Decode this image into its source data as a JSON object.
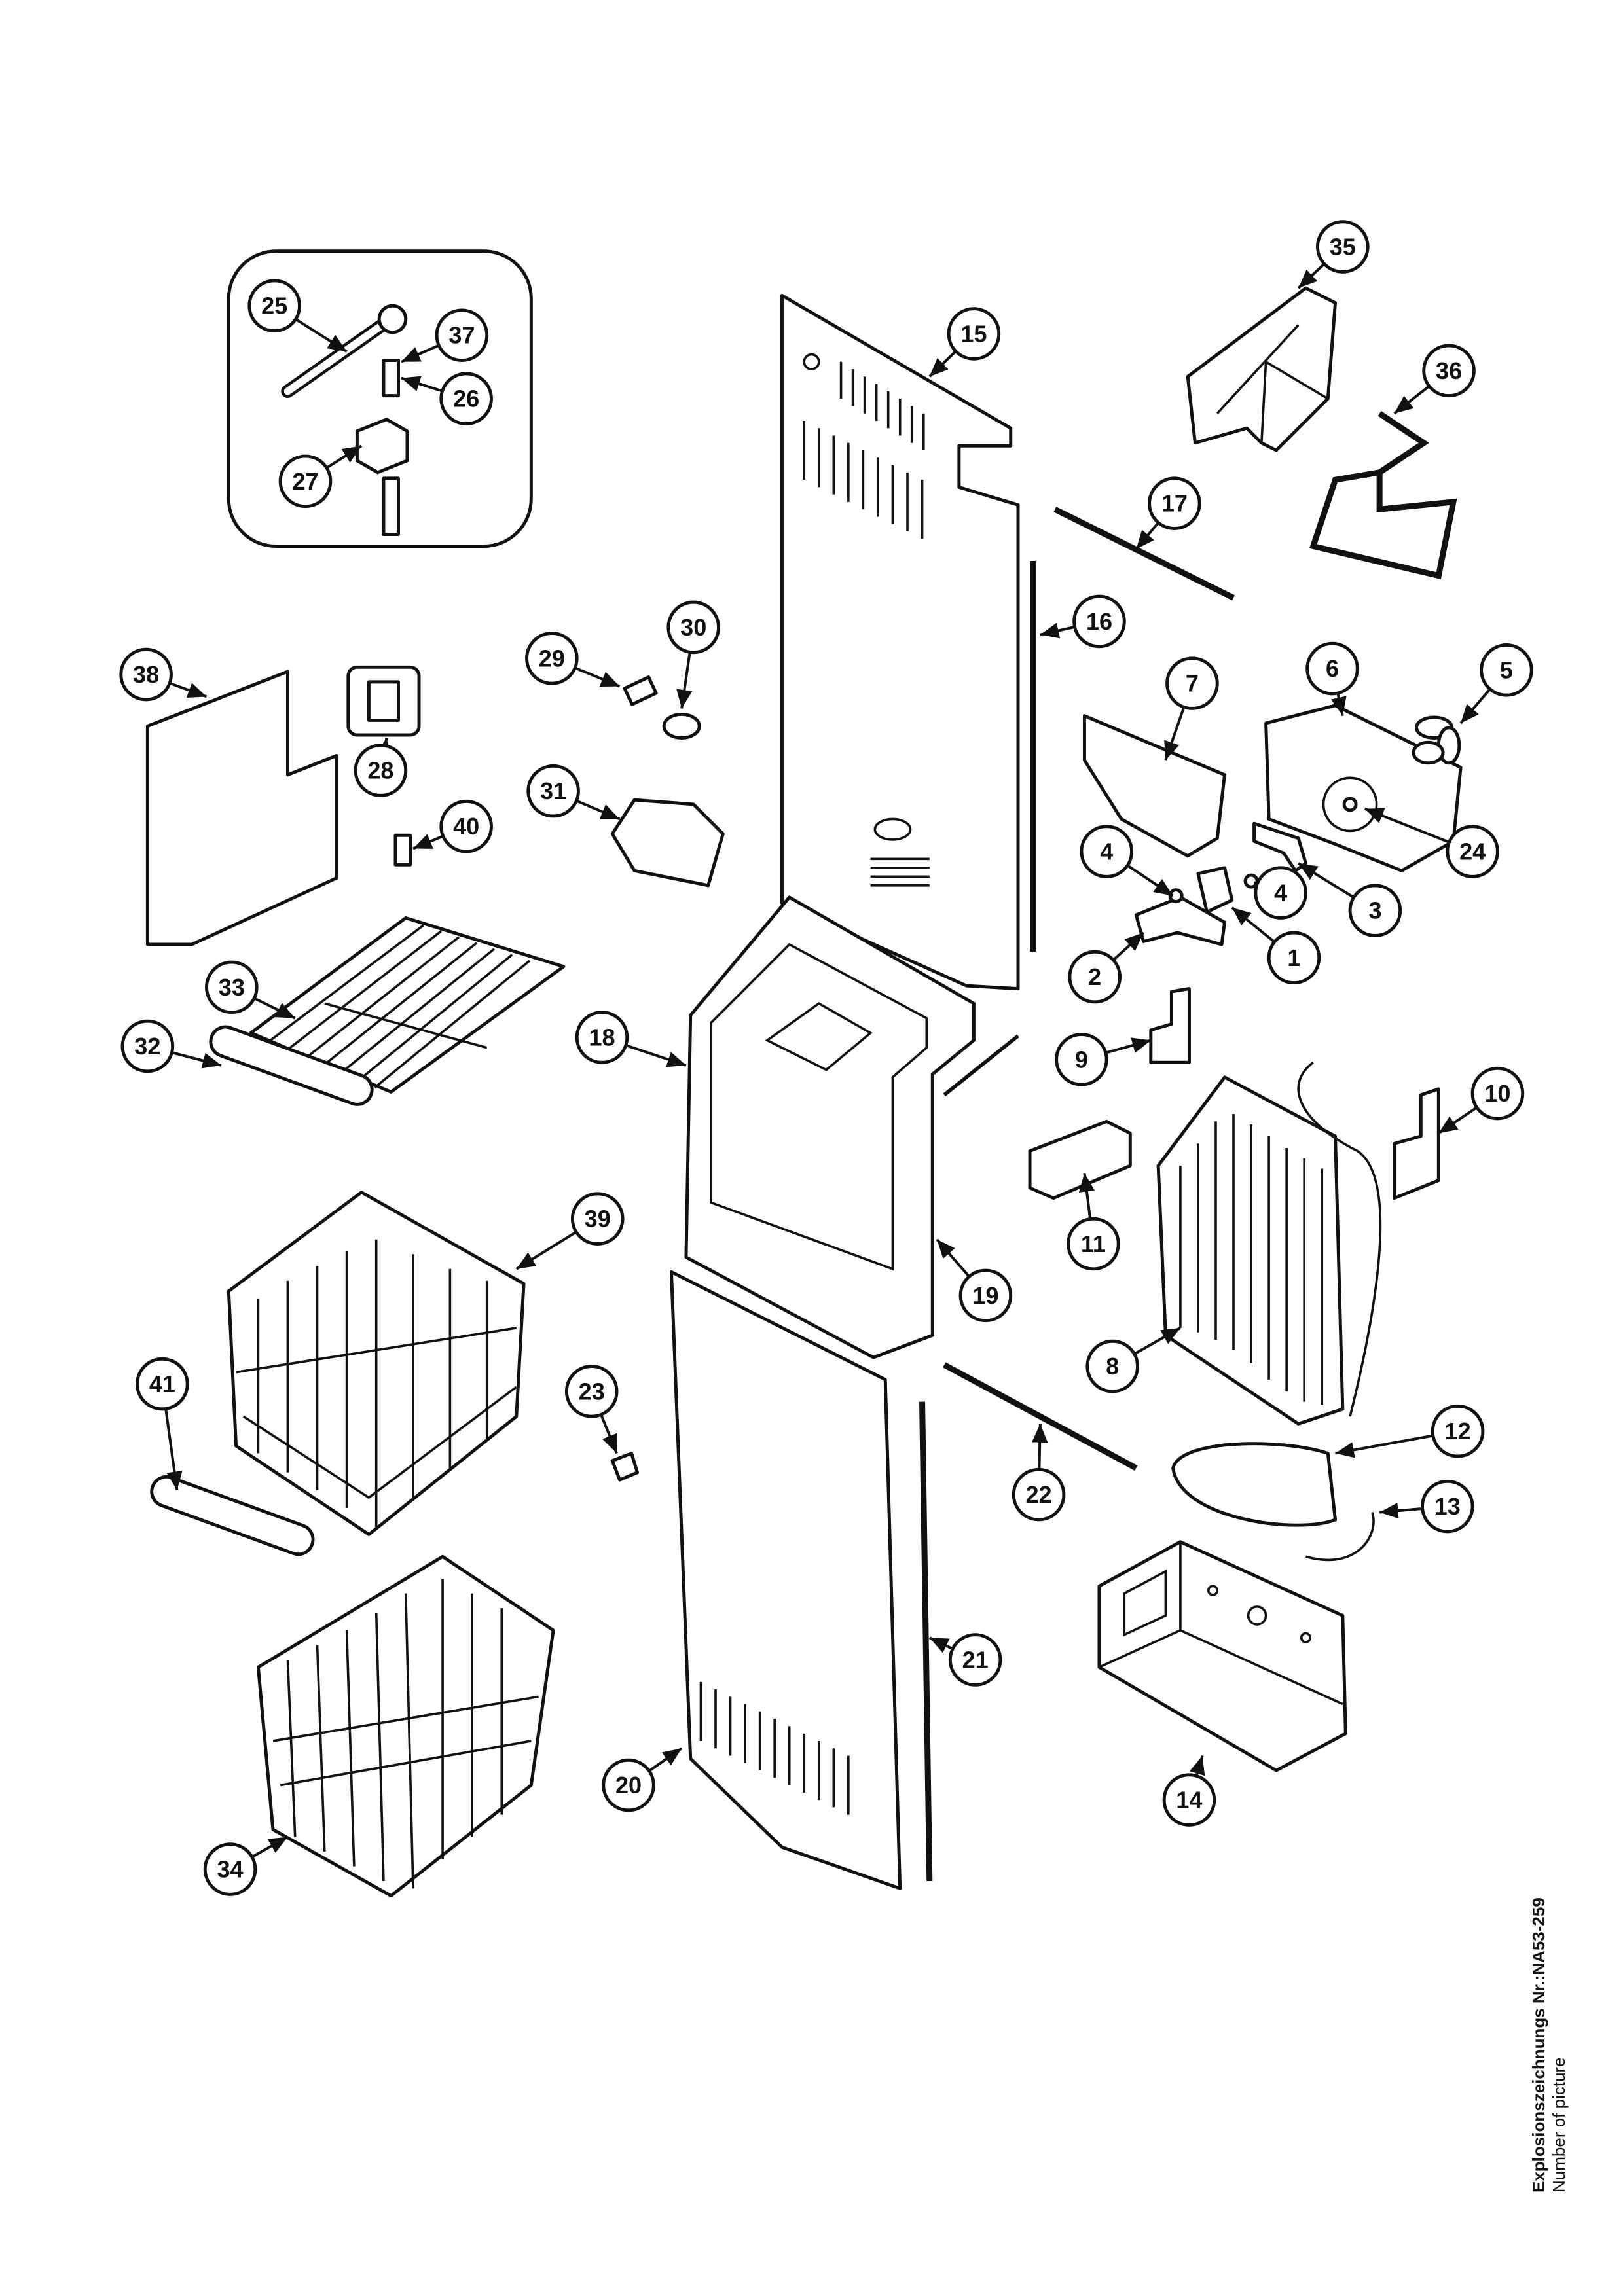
{
  "diagram": {
    "type": "exploded-parts-view",
    "callouts": [
      "1",
      "2",
      "3",
      "4",
      "4",
      "5",
      "6",
      "7",
      "8",
      "9",
      "10",
      "11",
      "12",
      "13",
      "14",
      "15",
      "16",
      "17",
      "18",
      "19",
      "20",
      "21",
      "22",
      "23",
      "24",
      "25",
      "26",
      "27",
      "28",
      "29",
      "30",
      "31",
      "32",
      "33",
      "34",
      "35",
      "36",
      "37",
      "38",
      "39",
      "40",
      "41"
    ]
  },
  "caption": {
    "title": "Explosionszeichnungs  Nr.:NA53-259",
    "subtitle": "Number of picture"
  }
}
